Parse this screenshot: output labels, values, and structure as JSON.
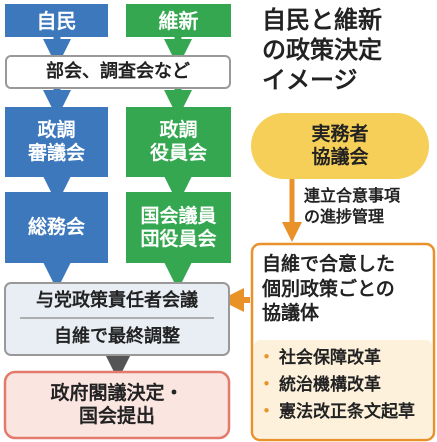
{
  "title": {
    "line1": "自民と維新",
    "line2": "の政策決定",
    "line3": "イメージ"
  },
  "top": {
    "ldp": "自民",
    "ishin": "維新"
  },
  "joint_committee": "部会、調査会など",
  "ldp_chain": {
    "policy_council_line1": "政調",
    "policy_council_line2": "審議会",
    "general_council": "総務会"
  },
  "ishin_chain": {
    "executive_line1": "政調",
    "executive_line2": "役員会",
    "diet_line1": "国会議員",
    "diet_line2": "団役員会"
  },
  "working_council": {
    "line1": "実務者",
    "line2": "協議会"
  },
  "progress_note": {
    "line1": "連立合意事項",
    "line2": "の進捗管理"
  },
  "individual_councils": {
    "line1": "自維で合意した",
    "line2": "個別政策ごとの",
    "line3": "協議体",
    "items": [
      "社会保障改革",
      "統治機構改革",
      "憲法改正条文起草"
    ]
  },
  "ruling_party_meeting": {
    "title": "与党政策責任者会議",
    "subtitle": "自維で最終調整"
  },
  "final": {
    "line1": "政府閣議決定・",
    "line2": "国会提出"
  },
  "colors": {
    "ldp_blue": "#3d78bd",
    "ishin_green": "#34a750",
    "working_yellow": "#f6cf58",
    "orange": "#e89229",
    "final_pink": "#fae5e1",
    "final_border": "#e27b6c",
    "meeting_bg": "#e8eef4"
  }
}
